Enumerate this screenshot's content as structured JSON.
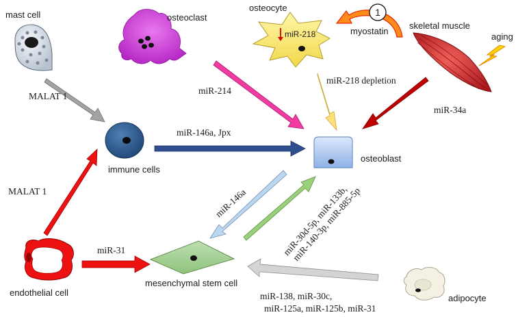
{
  "cells": {
    "mast_cell": "mast cell",
    "osteoclast": "osteoclast",
    "osteocyte": "osteocyte",
    "osteocyte_inner": "miR-218",
    "skeletal_muscle": "skeletal muscle",
    "aging": "aging",
    "immune_cells": "immune cells",
    "osteoblast": "osteoblast",
    "endothelial_cell": "endothelial cell",
    "msc": "mesenchymal stem cell",
    "adipocyte": "adipocyte"
  },
  "arrows": {
    "malat1_top": "MALAT 1",
    "malat1_left": "MALAT 1",
    "mir214": "miR-214",
    "mir218_depletion": "miR-218 depletion",
    "myostatin": "myostatin",
    "circle_number": "1",
    "mir34a": "miR-34a",
    "mir146a_jpx": "miR-146a, Jpx",
    "mir146a": "miR-146a",
    "mir31": "miR-31",
    "msc_to_osteoblast_line1": "miR-30d-5p, miR-133b,",
    "msc_to_osteoblast_line2": "miR-140-3p, miR-885-5p",
    "adipocyte_line1": "miR-138, miR-30c,",
    "adipocyte_line2": "miR-125a, miR-125b, miR-31"
  },
  "colors": {
    "gray_arrow": "#9e9e9e",
    "pink_arrow": "#f03ca0",
    "yellow_arrow": "#ffe07a",
    "darkred_arrow": "#c00000",
    "navy_arrow": "#2f4f8f",
    "lightblue_arrow": "#bcd6ee",
    "green_arrow": "#9bd07a",
    "red_arrow": "#ee1111",
    "lightgray_arrow": "#d0d0d0"
  }
}
